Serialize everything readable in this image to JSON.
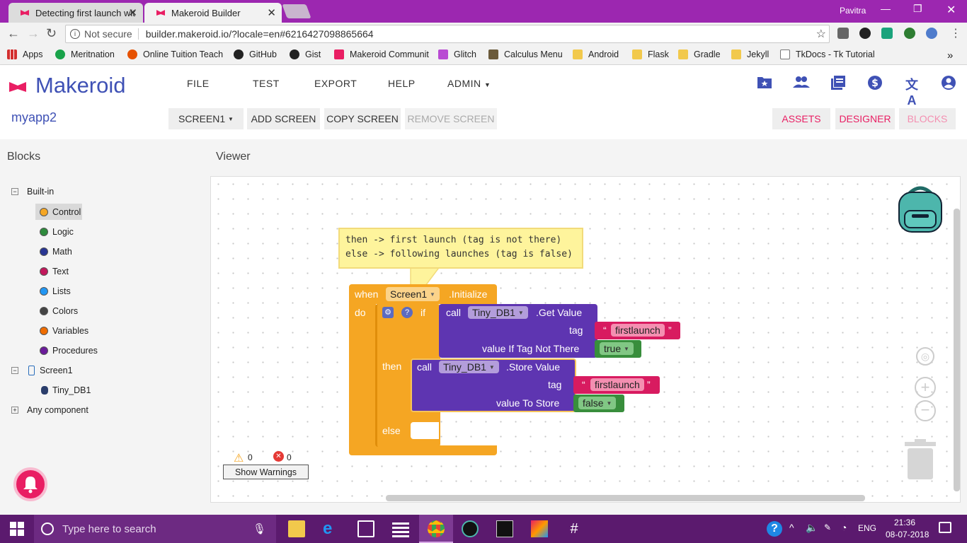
{
  "browser": {
    "tabs": [
      {
        "title": "Detecting first launch wit",
        "active": false
      },
      {
        "title": "Makeroid Builder",
        "active": true
      }
    ],
    "user": "Pavitra",
    "security_label": "Not secure",
    "url": "builder.makeroid.io/?locale=en#6216427098865664",
    "bookmarks": [
      "Apps",
      "Meritnation",
      "Online Tuition Teach",
      "GitHub",
      "Gist",
      "Makeroid Communit",
      "Glitch",
      "Calculus Menu",
      "Android",
      "Flask",
      "Gradle",
      "Jekyll",
      "TkDocs - Tk Tutorial"
    ]
  },
  "app": {
    "brand": "Makeroid",
    "menu": [
      "FILE",
      "TEST",
      "EXPORT",
      "HELP",
      "ADMIN"
    ],
    "project": "myapp2",
    "screen_buttons": {
      "screen": "SCREEN1",
      "add": "ADD SCREEN",
      "copy": "COPY SCREEN",
      "remove": "REMOVE SCREEN"
    },
    "mode_buttons": {
      "assets": "ASSETS",
      "designer": "DESIGNER",
      "blocks": "BLOCKS"
    },
    "accent": "#e91e63",
    "primary": "#3f51b5"
  },
  "blocks_panel": {
    "title": "Blocks",
    "builtin": "Built-in",
    "items": [
      {
        "label": "Control",
        "color": "#f5a623"
      },
      {
        "label": "Logic",
        "color": "#2e8b3d"
      },
      {
        "label": "Math",
        "color": "#283593"
      },
      {
        "label": "Text",
        "color": "#c2185b"
      },
      {
        "label": "Lists",
        "color": "#2196f3"
      },
      {
        "label": "Colors",
        "color": "#444444"
      },
      {
        "label": "Variables",
        "color": "#ef6c00"
      },
      {
        "label": "Procedures",
        "color": "#6a1b9a"
      }
    ],
    "screen": "Screen1",
    "component": "Tiny_DB1",
    "any": "Any component"
  },
  "viewer": {
    "title": "Viewer",
    "comment_line1": "then -> first launch (tag is not there)",
    "comment_line2": "else -> following launches (tag is false)",
    "event": {
      "when": "when",
      "component": "Screen1",
      "method": ".Initialize",
      "do": "do"
    },
    "if_block": {
      "if": "if",
      "then": "then",
      "else": "else"
    },
    "get_value": {
      "call": "call",
      "component": "Tiny_DB1",
      "method": ".Get Value",
      "tag": "tag",
      "tag_value": "firstlaunch",
      "default_label": "value If Tag Not There",
      "default_value": "true"
    },
    "store_value": {
      "call": "call",
      "component": "Tiny_DB1",
      "method": ".Store Value",
      "tag": "tag",
      "tag_value": "firstlaunch",
      "value_label": "value To Store",
      "value": "false"
    },
    "warnings_count": "0",
    "errors_count": "0",
    "show_warnings": "Show Warnings"
  },
  "taskbar": {
    "search_placeholder": "Type here to search",
    "lang": "ENG",
    "time": "21:36",
    "date": "08-07-2018"
  }
}
